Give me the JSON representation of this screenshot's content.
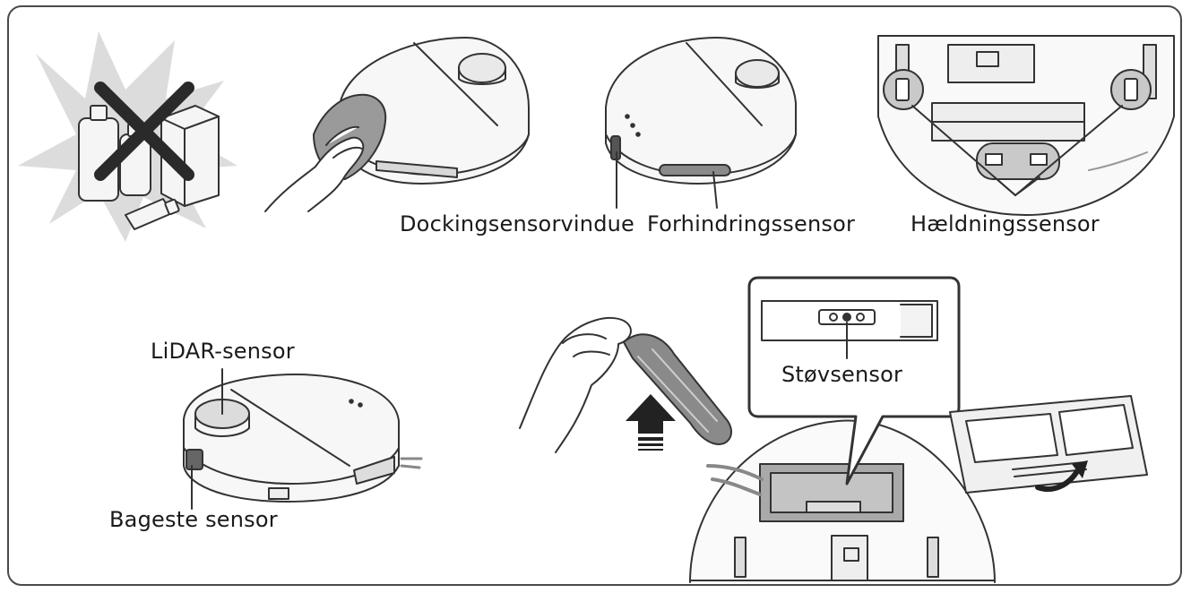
{
  "labels": {
    "docking_window": "Dockingsensorvindue",
    "obstacle_sensor": "Forhindringssensor",
    "tilt_sensor": "Hældningssensor",
    "lidar_sensor": "LiDAR-sensor",
    "rear_sensor": "Bageste sensor",
    "dust_sensor": "Støvsensor"
  },
  "colors": {
    "line": "#333333",
    "fill_light": "#f2f2f2",
    "fill_mid": "#bdbdbd",
    "fill_dark": "#7a7a7a",
    "burst": "#dcdcdc"
  }
}
